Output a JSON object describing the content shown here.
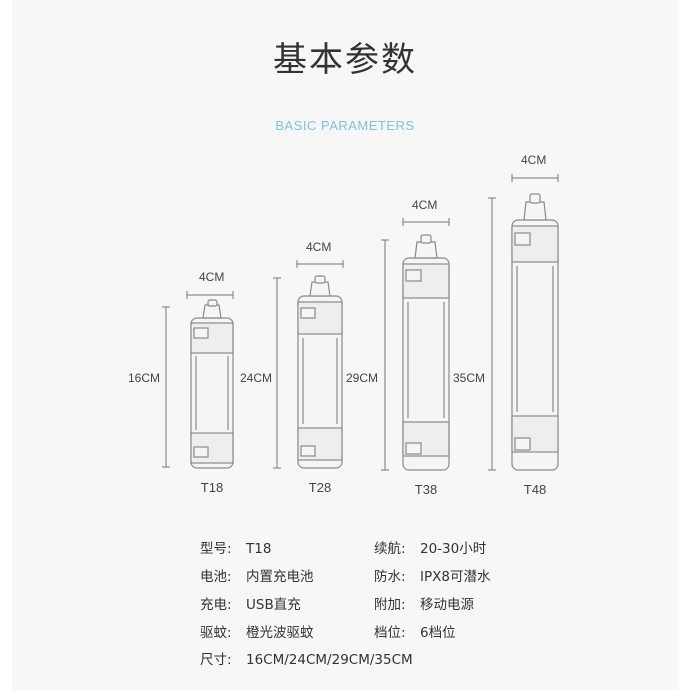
{
  "heading": {
    "title": "基本参数",
    "subtitle": "BASIC PARAMETERS"
  },
  "models": [
    {
      "name": "T18",
      "width_label": "4CM",
      "height_label": "16CM"
    },
    {
      "name": "T28",
      "width_label": "4CM",
      "height_label": "24CM"
    },
    {
      "name": "T38",
      "width_label": "4CM",
      "height_label": "29CM"
    },
    {
      "name": "T48",
      "width_label": "4CM",
      "height_label": "35CM"
    }
  ],
  "specs": {
    "model": {
      "label": "型号:",
      "value": "T18"
    },
    "battery": {
      "label": "电池:",
      "value": "内置充电池"
    },
    "charging": {
      "label": "充电:",
      "value": "USB直充"
    },
    "repel": {
      "label": "驱蚊:",
      "value": "橙光波驱蚊"
    },
    "size": {
      "label": "尺寸:",
      "value": "16CM/24CM/29CM/35CM"
    },
    "runtime": {
      "label": "续航:",
      "value": "20-30小时"
    },
    "waterproof": {
      "label": "防水:",
      "value": "IPX8可潜水"
    },
    "extra": {
      "label": "附加:",
      "value": "移动电源"
    },
    "modes": {
      "label": "档位:",
      "value": "6档位"
    }
  },
  "colors": {
    "subtitle": "#7fc1e6",
    "line": "#777777",
    "lamp_outline": "#8a8a8a",
    "background": "#f7f7f7"
  }
}
